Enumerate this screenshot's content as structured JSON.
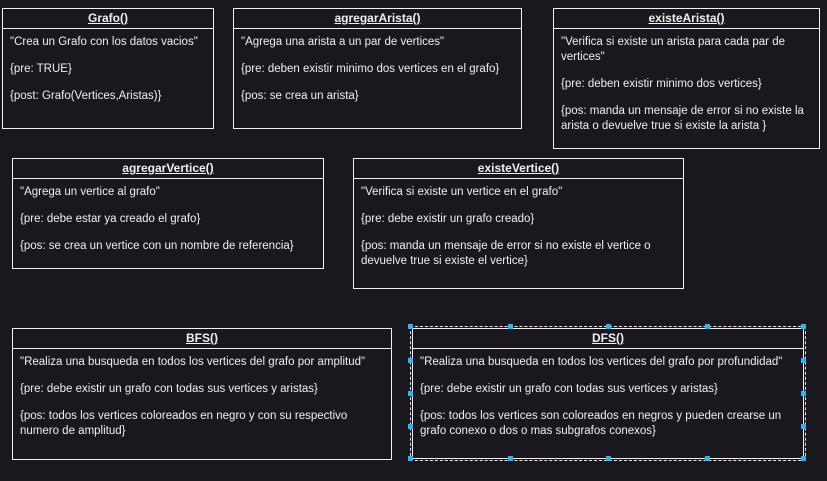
{
  "cards": [
    {
      "title": "Grafo()",
      "lines": [
        "\"Crea un Grafo con los datos vacios\"",
        "{pre: TRUE}",
        "{post: Grafo(Vertices,Aristas)}"
      ]
    },
    {
      "title": "agregarArista()",
      "lines": [
        "\"Agrega una arista a un par de vertices\"",
        "{pre: deben existir minimo dos vertices en el grafo}",
        "{pos: se crea un arista}"
      ]
    },
    {
      "title": "existeArista()",
      "lines": [
        "\"Verifica si existe un arista para cada par de vertices\"",
        "{pre: deben existir minimo dos vertices}",
        "{pos: manda un mensaje de error si no existe la arista o devuelve true si existe la arista }"
      ]
    },
    {
      "title": "agregarVertice()",
      "lines": [
        "\"Agrega un vertice al grafo\"",
        "{pre: debe estar ya creado el grafo}",
        "{pos: se crea un vertice con un nombre de  referencia}"
      ]
    },
    {
      "title": "existeVertice()",
      "lines": [
        "\"Verifica si existe un vertice en el grafo\"",
        "{pre: debe existir un grafo creado}",
        "{pos: manda un mensaje de error si no existe el vertice o devuelve true si existe el vertice}"
      ]
    },
    {
      "title": "BFS()",
      "lines": [
        "\"Realiza una busqueda en todos los vertices del grafo por amplitud\"",
        "{pre: debe existir un grafo con todas sus vertices y aristas}",
        "{pos: todos los vertices coloreados en negro y con su respectivo numero de amplitud}"
      ]
    },
    {
      "title": "DFS()",
      "lines": [
        "\"Realiza una busqueda en todos los vertices del grafo por profundidad\"",
        "{pre: debe existir un grafo con todas sus vertices y aristas}",
        "{pos: todos los vertices son coloreados en negros y pueden crearse un grafo conexo o dos o mas subgrafos conexos}"
      ]
    }
  ],
  "colors": {
    "background": "#1a171e",
    "border": "#f2f2f2",
    "selection_handle": "#29b6f2"
  }
}
